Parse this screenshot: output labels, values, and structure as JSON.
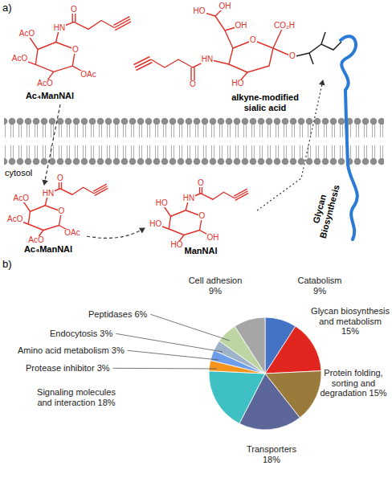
{
  "diagram": {
    "labels": [
      "a)",
      "AcO",
      "AcO",
      "AcO",
      "HN",
      "O",
      "O",
      "OAc",
      "Ac₄ManNAl",
      "HO",
      "OH",
      "OH",
      "HN",
      "O",
      "O",
      "HO",
      "CO₂H",
      "O",
      "alkyne-modified sialic acid",
      "cytosol",
      "AcO",
      "AcO",
      "AcO",
      "HN",
      "O",
      "O",
      "OAc",
      "Ac₄ManNAl",
      "HO",
      "HO",
      "HO",
      "HN",
      "O",
      "O",
      "OH",
      "ManNAl",
      "Glycan Biosynthesis",
      "b)",
      "Cell adhesion 9%",
      "Catabolism 9%",
      "Glycan biosynthesis and metabolism 15%",
      "Peptidases 6%",
      "Endocytosis 3%",
      "Amino acid metabolism 3%",
      "Protease inhibitor 3%",
      "Protein folding, sorting and degradation 15%",
      "Signaling molecules and interaction 18%",
      "Transporters 18%"
    ]
  }
}
